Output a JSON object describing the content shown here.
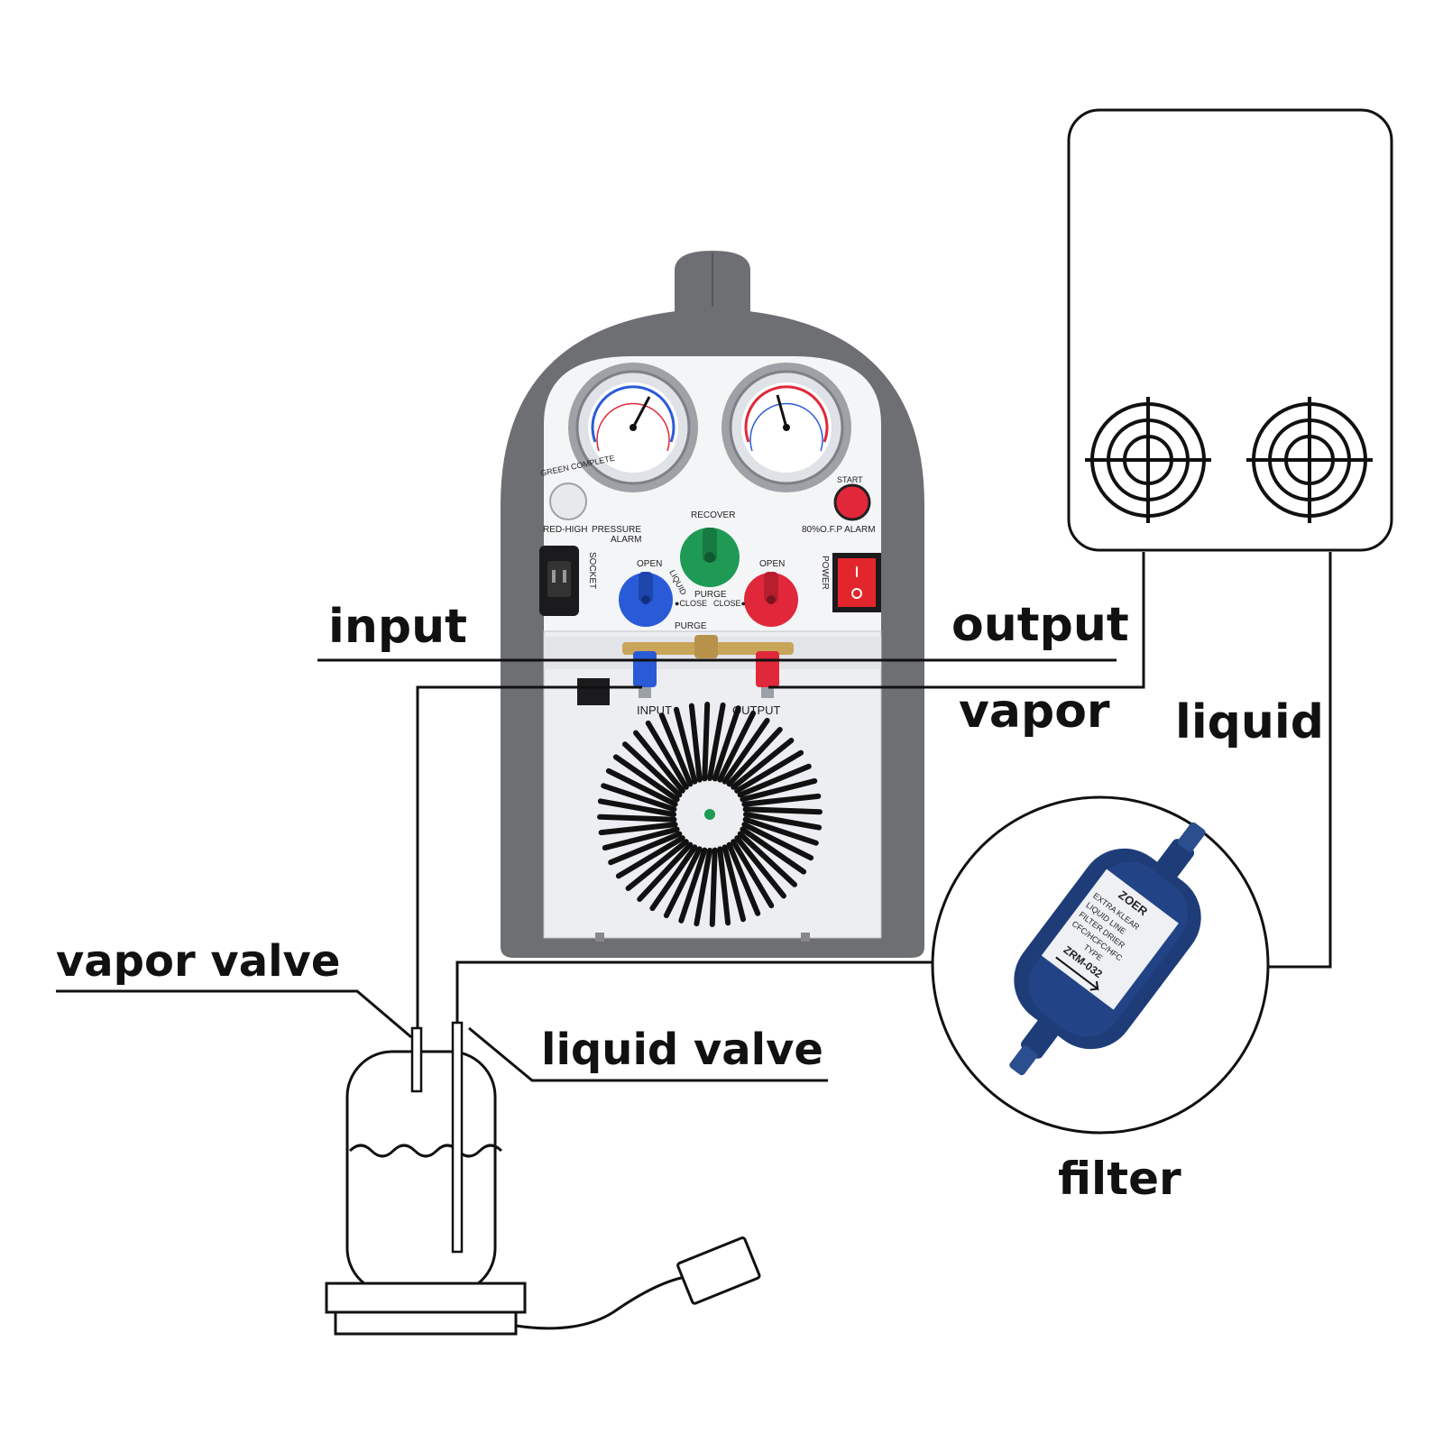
{
  "labels": {
    "input": "input",
    "output": "output",
    "vapor": "vapor",
    "liquid": "liquid",
    "vapor_valve": "vapor valve",
    "liquid_valve": "liquid valve",
    "filter": "filter"
  },
  "machine": {
    "green_complete": "GREEN COMPLETE",
    "red_high": "RED-HIGH",
    "pressure_alarm_1": "PRESSURE",
    "pressure_alarm_2": "ALARM",
    "start": "START",
    "ofp_alarm": "80%O.F.P  ALARM",
    "recover": "RECOVER",
    "purge_mid": "PURGE",
    "open_left": "OPEN",
    "liquid_dial": "LIQUID",
    "close_left": "●CLOSE",
    "purge_low": "PURGE",
    "open_right": "OPEN",
    "close_right": "CLOSE●",
    "socket": "SOCKET",
    "power": "POWER",
    "input_port": "INPUT",
    "output_port": "OUTPUT"
  },
  "filter_device": {
    "brand": "ZOER",
    "line1": "EXTRA KLEAR",
    "line2": "LIQUID LINE",
    "line3": "FILTER DRIER",
    "line4": "CFC/HCFC/HFC",
    "type": "TYPE",
    "model": "ZRM-032"
  },
  "colors": {
    "body_gray": "#6d6f72",
    "panel": "#f4f5f7",
    "blue_knob": "#2a5bd7",
    "green_knob": "#1f9a55",
    "red_knob": "#e0283a",
    "power_switch": "#e3262b",
    "filter_blue": "#1e3d78"
  }
}
